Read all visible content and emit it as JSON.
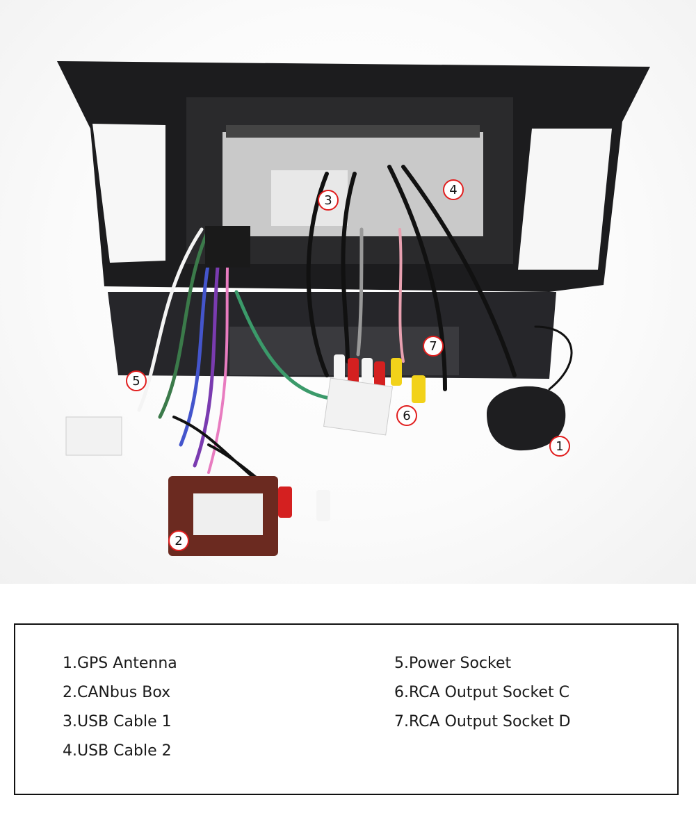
{
  "callouts": [
    {
      "num": "1"
    },
    {
      "num": "2"
    },
    {
      "num": "3"
    },
    {
      "num": "4"
    },
    {
      "num": "5"
    },
    {
      "num": "6"
    },
    {
      "num": "7"
    }
  ],
  "legend": {
    "left": [
      "1.GPS Antenna",
      "2.CANbus Box",
      "3.USB Cable 1",
      "4.USB Cable 2"
    ],
    "right": [
      "5.Power Socket",
      "6.RCA Output Socket C",
      "7.RCA Output Socket D"
    ]
  },
  "colors": {
    "callout_border": "#e11e1e",
    "frame": "#1c1c1e",
    "canbus_box": "#6b2a20",
    "rca_red": "#d42020",
    "rca_yellow": "#f2d21a",
    "rca_white": "#f5f5f5"
  }
}
